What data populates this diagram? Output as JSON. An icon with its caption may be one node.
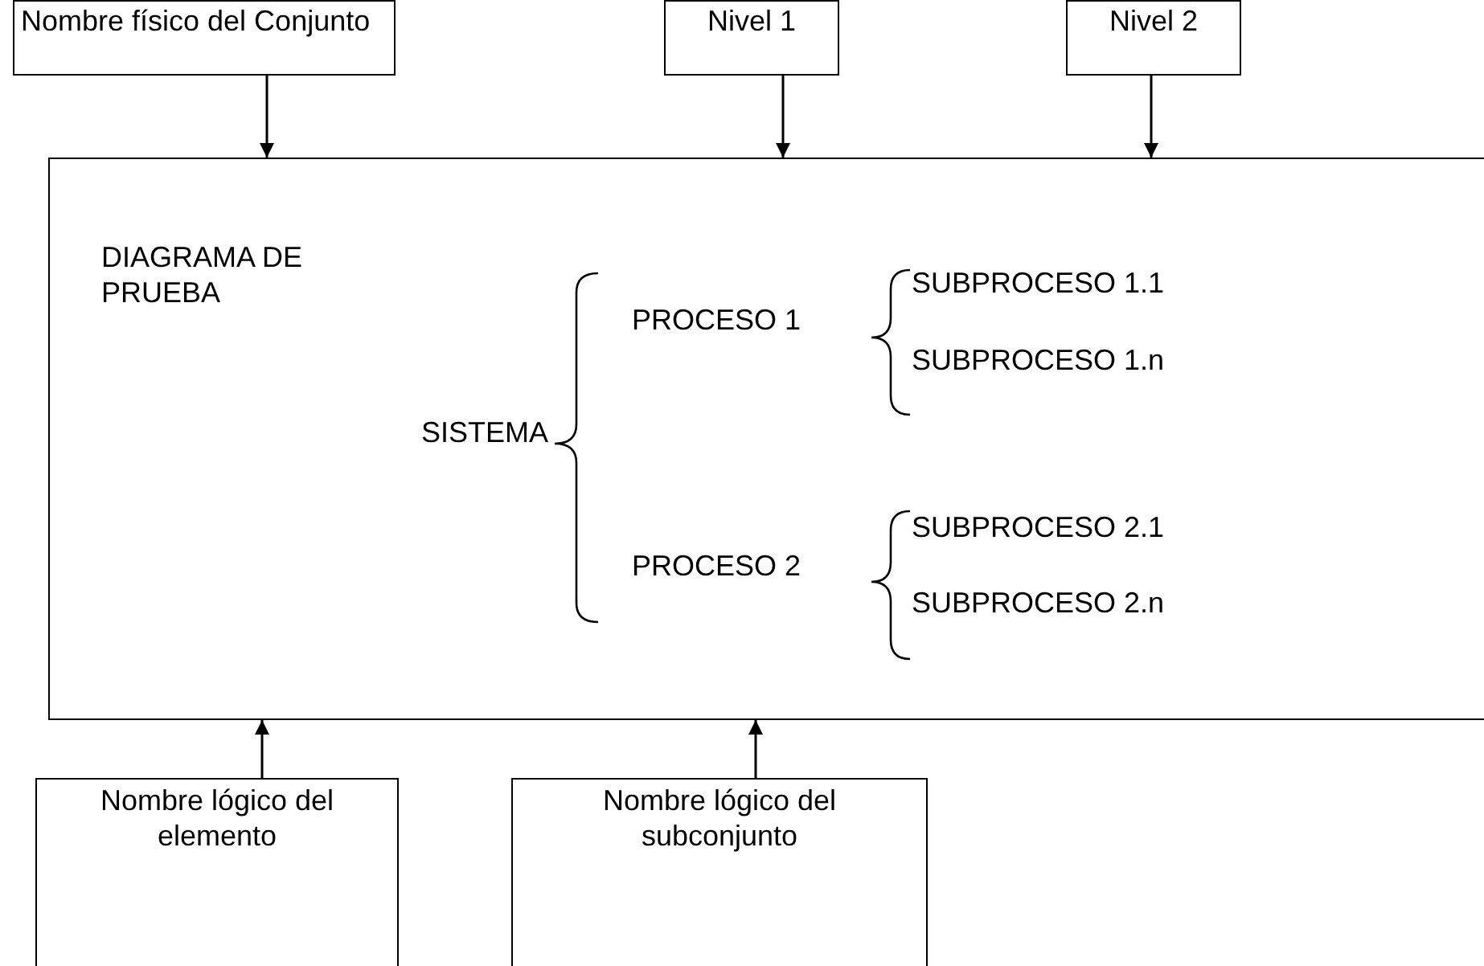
{
  "diagram": {
    "nodes": [
      {
        "text": [
          "Nombre físico del Conjunto"
        ]
      },
      {
        "text": [
          "Nivel 1"
        ]
      },
      {
        "text": [
          "Nivel 2"
        ]
      },
      {
        "text": [
          "DIAGRAMA DE PRUEBA"
        ]
      },
      {
        "text": [
          "Nombre lógico del elemento"
        ]
      },
      {
        "text": [
          "Nombre lógico del subconjunto"
        ]
      }
    ],
    "edges": [
      {
        "from": 0,
        "to": 3,
        "arrow": "to"
      },
      {
        "from": 1,
        "to": 3,
        "arrow": "to"
      },
      {
        "from": 2,
        "to": 3,
        "arrow": "to"
      },
      {
        "from": 4,
        "to": 3,
        "arrow": "to"
      },
      {
        "from": 5,
        "to": 3,
        "arrow": "to"
      }
    ],
    "labels": [
      "SISTEMA",
      "PROCESO 1",
      "SUBPROCESO 1.1",
      "SUBPROCESO 1.n",
      "PROCESO 2",
      "SUBPROCESO 2.1",
      "SUBPROCESO 2.n"
    ]
  }
}
